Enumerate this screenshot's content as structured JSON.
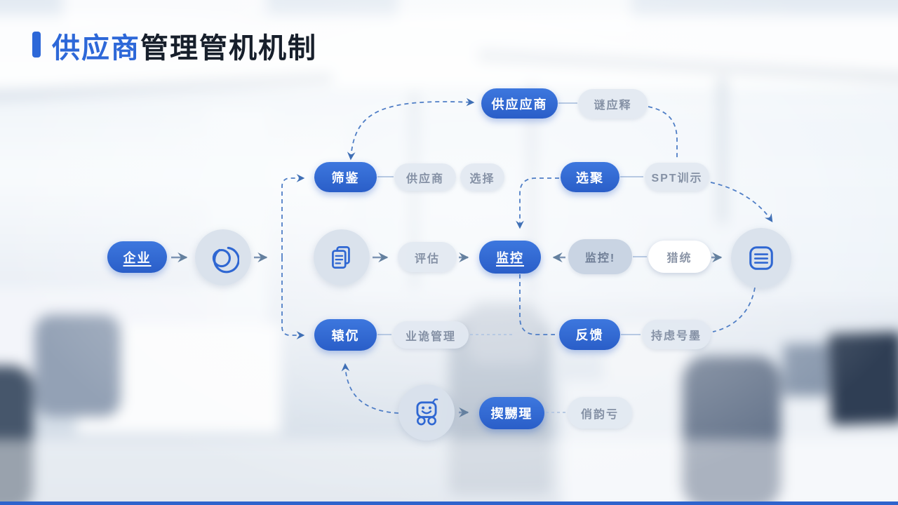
{
  "title": {
    "highlight": "供应商",
    "rest": "管理管机机制"
  },
  "nodes": {
    "top_blue": {
      "label": "供应应商"
    },
    "top_gray": {
      "label": "谜应释"
    },
    "screen_blue": {
      "label": "筛鉴"
    },
    "screen_gray1": {
      "label": "供应商"
    },
    "screen_gray2": {
      "label": "选择"
    },
    "select_blue": {
      "label": "选聚"
    },
    "select_gray": {
      "label": "SPT训示"
    },
    "enterprise": {
      "label": "企业"
    },
    "evaluate": {
      "label": "评估"
    },
    "monitor_blue": {
      "label": "监控"
    },
    "monitor_gray": {
      "label": "监控!"
    },
    "monitor_white": {
      "label": "猎统"
    },
    "exec_blue": {
      "label": "辕伔"
    },
    "exec_gray": {
      "label": "业诡管理"
    },
    "feedback_blue": {
      "label": "反馈"
    },
    "feedback_gray": {
      "label": "持虑号墨"
    },
    "bottom_blue": {
      "label": "揳嬲瑆"
    },
    "bottom_gray": {
      "label": "俏韵亏"
    }
  },
  "icons": {
    "ring": "ring-icon",
    "documents": "documents-icon",
    "list": "list-icon",
    "robot": "robot-icon"
  },
  "colors": {
    "accent": "#2f67d2",
    "pill_gray": "#e2e8f1",
    "pill_gray_dark": "#c6d2e0",
    "circle_bg": "#d8e0eb",
    "dashed_connector": "#4f7ec6",
    "solid_arrow": "#64809f",
    "thin_link": "#b7c9e2",
    "title_text": "#171f2b",
    "footer_bar": "#2e63cc"
  }
}
